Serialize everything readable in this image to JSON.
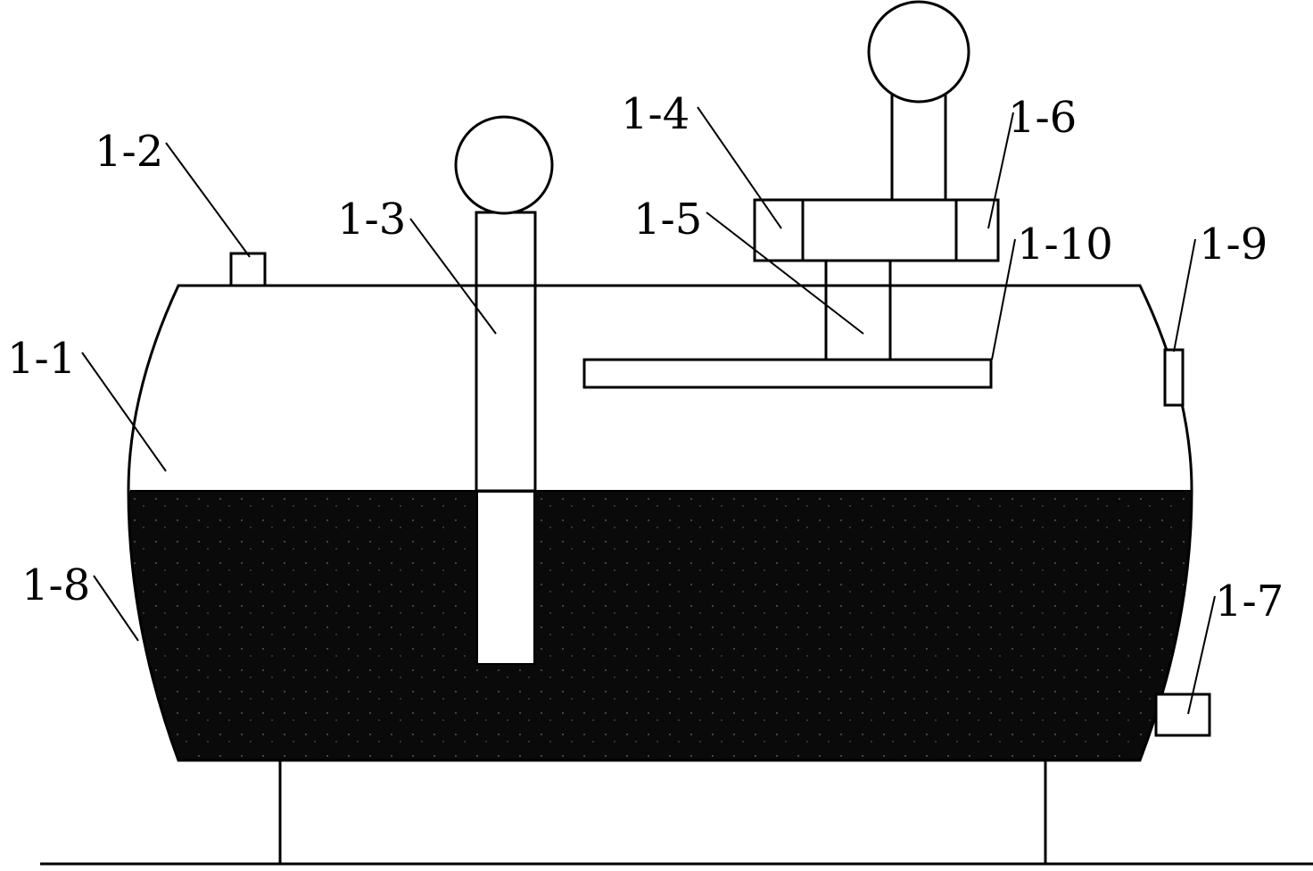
{
  "labels": {
    "tank_body": "1-1",
    "small_box_top": "1-2",
    "pipe_left": "1-3",
    "block_left": "1-4",
    "vertical_pipe": "1-5",
    "block_right": "1-6",
    "outlet_box": "1-7",
    "liquid_region": "1-8",
    "side_box": "1-9",
    "horizontal_plate": "1-10"
  },
  "colors": {
    "line": "#000000",
    "liquid": "#0a0a0a",
    "background": "#ffffff"
  }
}
